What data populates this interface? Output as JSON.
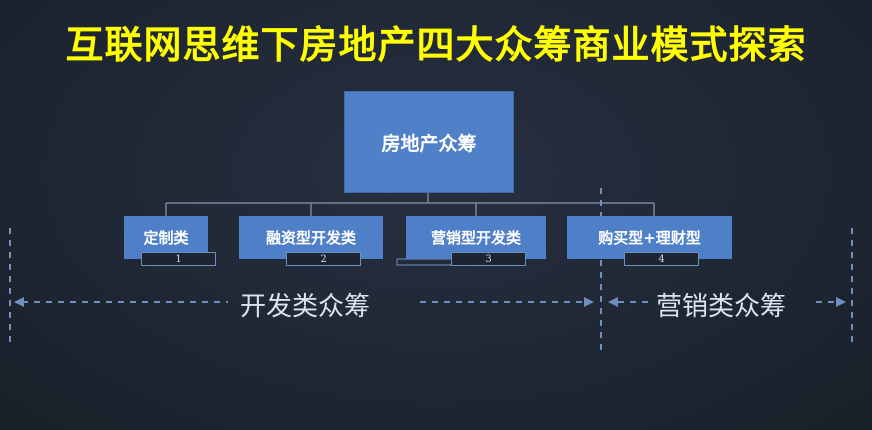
{
  "title": "互联网思维下房地产四大众筹商业模式探索",
  "root": {
    "label": "房地产众筹"
  },
  "children": [
    {
      "label": "定制类",
      "number": "1"
    },
    {
      "label": "融资型开发类",
      "number": "2"
    },
    {
      "label": "营销型开发类",
      "number": "3"
    },
    {
      "label": "购买型+理财型",
      "number": "4"
    }
  ],
  "groups": [
    {
      "label": "开发类众筹"
    },
    {
      "label": "营销类众筹"
    }
  ],
  "colors": {
    "background": "#1f2633",
    "title": "#ffff00",
    "box": "#4f80c7",
    "connector": "#7a8699",
    "dashed": "#6f8fc0"
  }
}
